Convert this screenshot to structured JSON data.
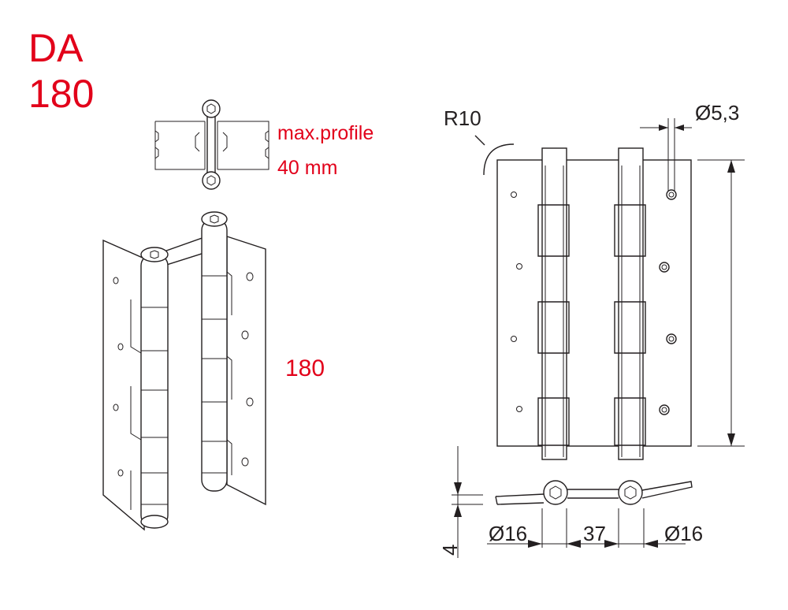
{
  "title": {
    "model": "DA",
    "size": "180"
  },
  "profile_note": {
    "line1": "max.profile",
    "line2": "40 mm"
  },
  "height_label": "180",
  "dimensions": {
    "radius": "R10",
    "hole_diameter": "Ø5,3",
    "knuckle_left": "Ø16",
    "knuckle_spacing": "37",
    "knuckle_right": "Ø16",
    "plate_thickness": "4"
  },
  "colors": {
    "accent": "#e2001a",
    "line": "#231f20"
  }
}
